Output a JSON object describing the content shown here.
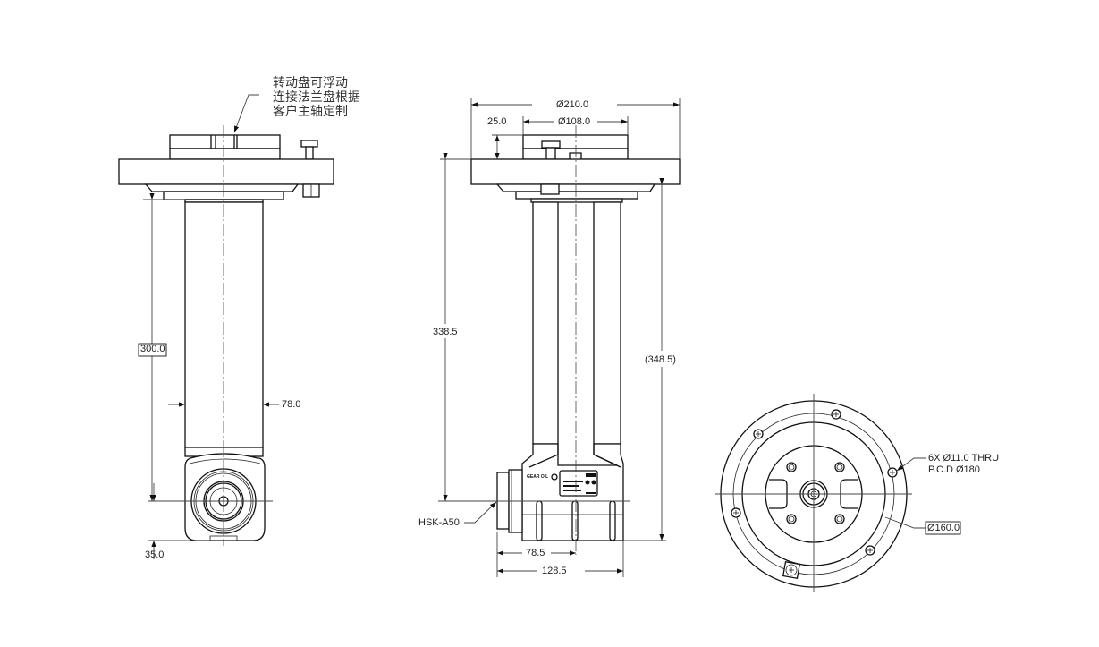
{
  "note": {
    "lines": [
      "转动盘可浮动",
      "连接法兰盘根据",
      "客户主轴定制"
    ]
  },
  "side_view": {
    "height_dim": "300.0",
    "width_dim": "78.0",
    "offset_dim": "35.0"
  },
  "front_view": {
    "flange_dia": "Ø210.0",
    "top_dia": "Ø108.0",
    "top_height": "25.0",
    "height_dim": "338.5",
    "ref_height": "(348.5)",
    "tool_interface": "HSK-A50",
    "half_width": "78.5",
    "width_dim": "128.5",
    "label_brand": "GEAR OIL"
  },
  "bottom_view": {
    "holes_note_1": "6X Ø11.0 THRU",
    "holes_note_2": "P.C.D Ø180",
    "inner_dia": "Ø160.0"
  }
}
